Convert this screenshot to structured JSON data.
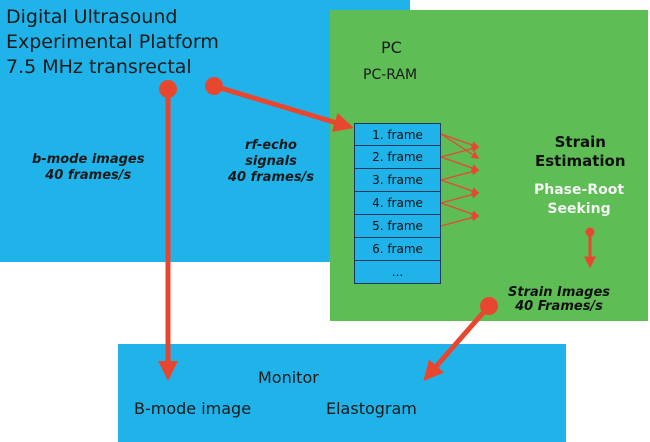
{
  "platform": {
    "title_lines": [
      "Digital Ultrasound",
      "Experimental Platform",
      "7.5 MHz transrectal"
    ]
  },
  "pc": {
    "label": "PC",
    "ram_label": "PC-RAM"
  },
  "frames": [
    "1. frame",
    "2. frame",
    "3. frame",
    "4. frame",
    "5. frame",
    "6. frame",
    "..."
  ],
  "annotations": {
    "bmode": [
      "b-mode images",
      "40 frames/s"
    ],
    "rf": [
      "rf-echo",
      "signals",
      "40 frames/s"
    ],
    "strain_estimation": [
      "Strain",
      "Estimation"
    ],
    "phase_root": [
      "Phase-Root",
      "Seeking"
    ],
    "strain_images": [
      "Strain Images",
      "40 Frames/s"
    ]
  },
  "monitor": {
    "label": "Monitor",
    "bmode": "B-mode image",
    "elastogram": "Elastogram"
  },
  "colors": {
    "blue_box": "#1fb3ea",
    "green_box": "#5fbd56",
    "arrow": "#e8472f"
  }
}
